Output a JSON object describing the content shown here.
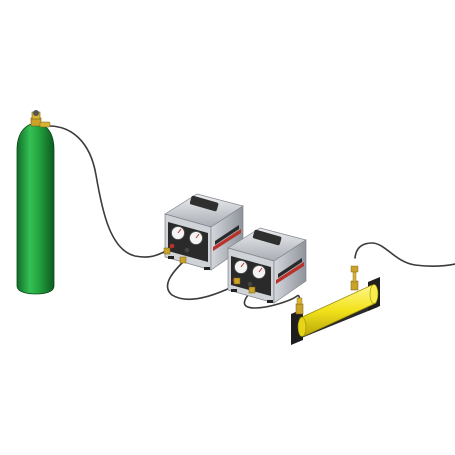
{
  "figure": {
    "components": [
      {
        "id": "gas-cylinder",
        "kind": "gas cylinder",
        "color": "#1f9a3a"
      },
      {
        "id": "unit-1",
        "kind": "recovery unit",
        "color": "#c9ccd2"
      },
      {
        "id": "unit-2",
        "kind": "recovery unit",
        "color": "#c9ccd2"
      },
      {
        "id": "target-tank",
        "kind": "cylindrical tank",
        "color": "#f2e21a"
      }
    ],
    "connections": [
      {
        "from": "gas-cylinder",
        "to": "unit-1"
      },
      {
        "from": "unit-1",
        "to": "unit-2"
      },
      {
        "from": "unit-2",
        "to": "target-tank"
      },
      {
        "from": "target-tank",
        "to": "outlet"
      }
    ],
    "colors": {
      "hose": "#3b3b3b",
      "brass": "#c9a227",
      "panel_dark": "#2a2a2a",
      "accent_red": "#b8322a"
    }
  }
}
